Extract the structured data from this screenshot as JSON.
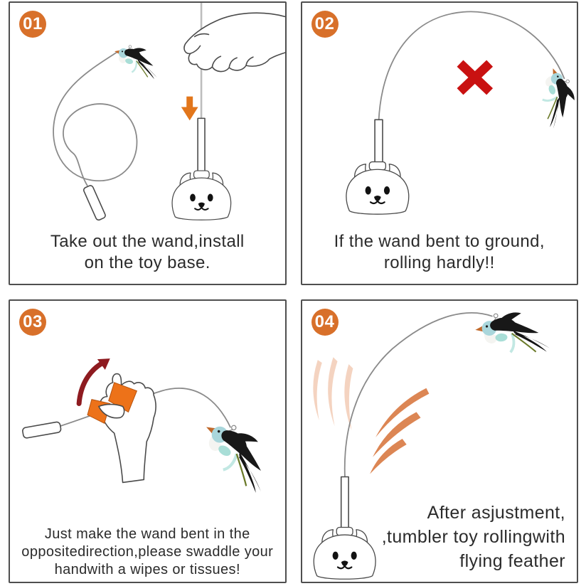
{
  "title": "Cat tumbler wand toy instructions",
  "colors": {
    "accent_orange": "#d8702a",
    "cloth_orange": "#ed7219",
    "arrow_orange": "#e2761b",
    "red_x": "#c91111",
    "dark_red_arrow": "#8e1b20",
    "caption_text": "#2b2b2b",
    "panel_border": "#4f4f4f",
    "wire_gray": "#8a8a8a",
    "swoosh_strong": "#d4682a",
    "swoosh_faint": "#ecb08e",
    "bird_head_blue": "#a9d6db",
    "bird_body_black": "#181818"
  },
  "icons": {
    "step-badge": "filled circle with number",
    "red-x-icon": "✕",
    "down-arrow-icon": "↓",
    "bend-arrow-icon": "curved dark-red arrow",
    "motion-swoosh-icon": "orange motion arcs"
  },
  "panels": [
    {
      "badge": "01",
      "caption_lines": [
        "Take out the wand,install",
        "on the toy base."
      ],
      "figures": [
        "coiled-wand-wire",
        "feather-bird",
        "wand-handle",
        "hand-pinching-wire",
        "down-arrow",
        "wand-pole",
        "cat-tumbler-base"
      ]
    },
    {
      "badge": "02",
      "caption_lines": [
        "If the wand bent to ground,",
        "rolling hardly!!"
      ],
      "figures": [
        "cat-tumbler-base",
        "wand-pole",
        "bent-wand-wire",
        "red-x",
        "feather-bird"
      ]
    },
    {
      "badge": "03",
      "caption_lines": [
        "Just make the wand bent in the",
        "oppositedirection,please swaddle your",
        "handwith a wipes or tissues!"
      ],
      "figures": [
        "wand-handle",
        "wand-wire",
        "hand-gripping-with-wipe",
        "orange-wipe",
        "bend-direction-arrow",
        "feather-bird"
      ]
    },
    {
      "badge": "04",
      "caption_lines": [
        "After asjustment,",
        ",tumbler toy rollingwith",
        "flying feather"
      ],
      "figures": [
        "cat-tumbler-base",
        "wand-pole",
        "arched-wand-wire",
        "motion-swoosh-lines",
        "feather-bird"
      ]
    }
  ]
}
